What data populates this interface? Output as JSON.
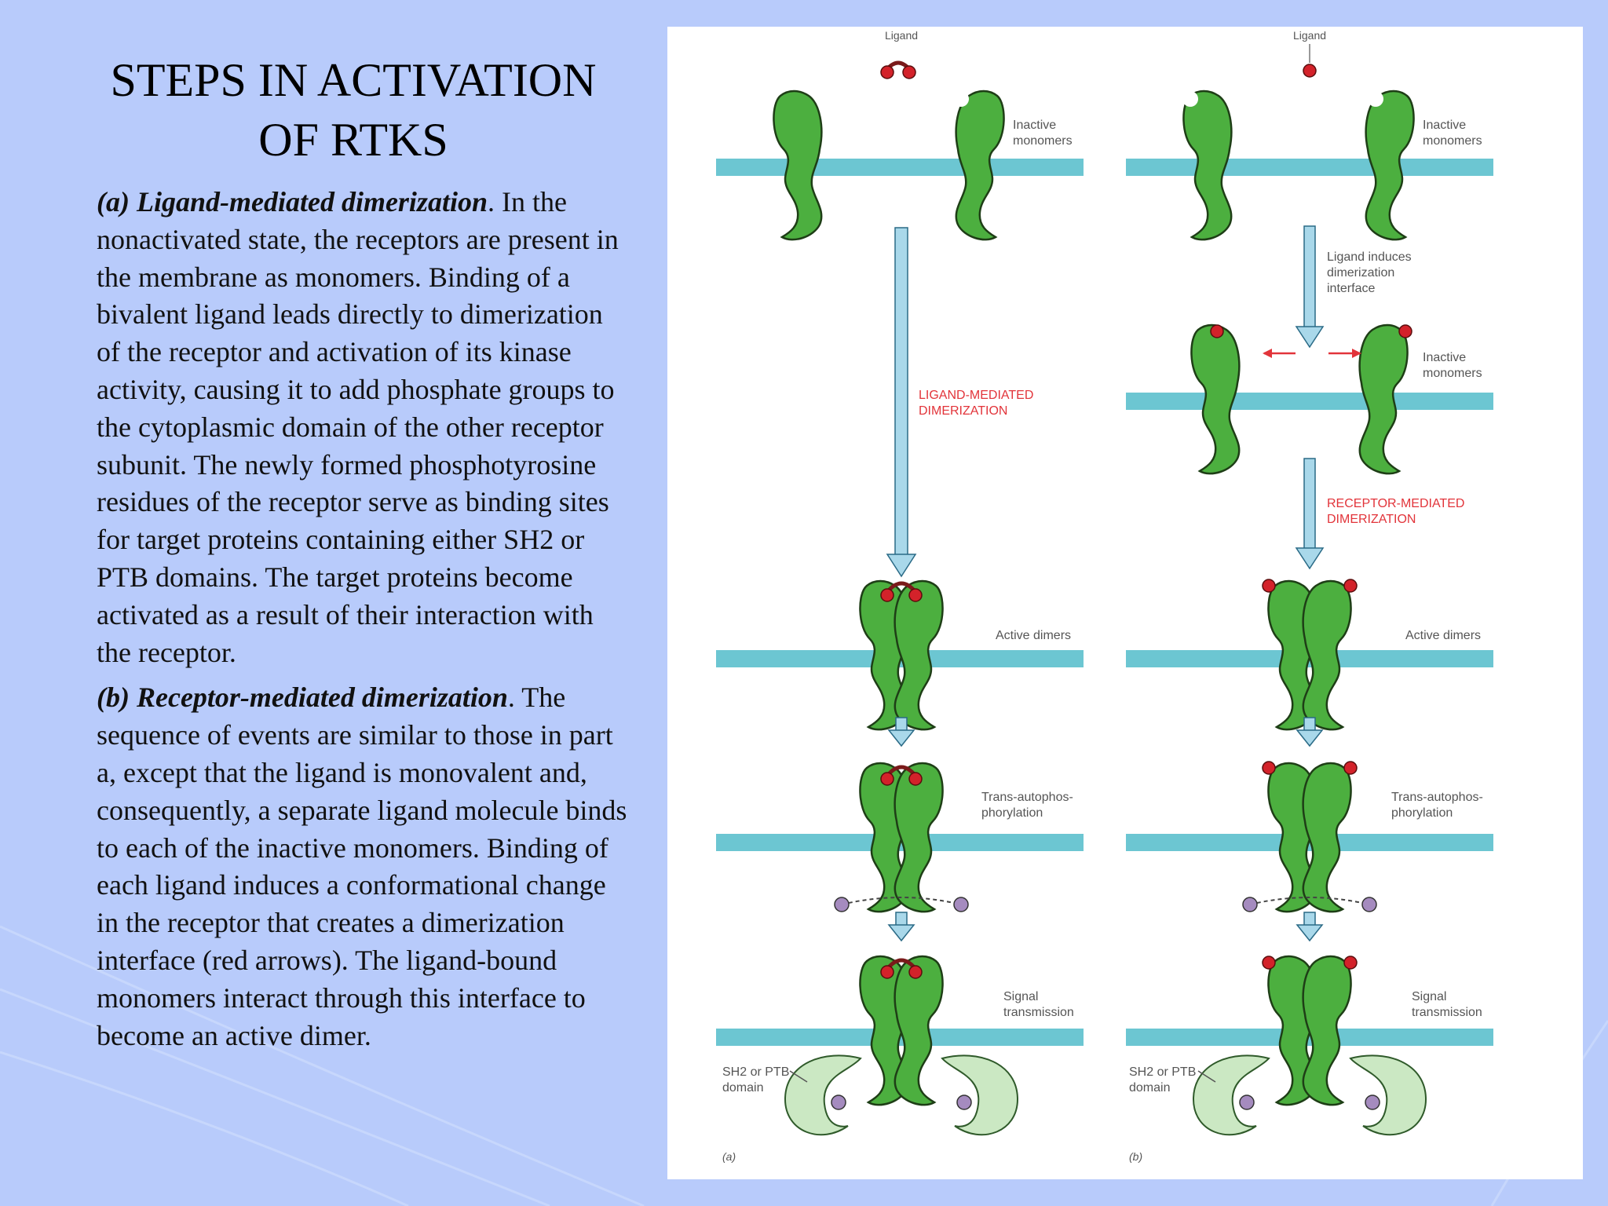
{
  "slide": {
    "title_line1": "STEPS IN ACTIVATION",
    "title_line2": "OF RTKS",
    "paragraph_a": {
      "heading": "(a) Ligand-mediated dimerization",
      "text": ".  In the nonactivated  state, the receptors are present in the membrane as monomers. Binding of a bivalent ligand leads directly to dimerization of the receptor and activation of its kinase activity, causing it to add phosphate groups to the cytoplasmic domain of the other receptor subunit. The newly formed phosphotyrosine residues of the receptor serve as binding sites for target proteins containing either SH2 or PTB domains. The target proteins become activated as a result of their interaction with the receptor."
    },
    "paragraph_b": {
      "heading": "(b) Receptor-mediated dimerization",
      "text": ". The sequence of events are similar to those in part a, except that the ligand  is monovalent and, consequently, a separate ligand molecule binds to each of the inactive monomers. Binding of each ligand induces a conformational change in the receptor that creates a dimerization interface (red arrows). The ligand-bound monomers interact through this interface to become an active dimer."
    }
  },
  "figure": {
    "panel_a": {
      "ligand": "Ligand",
      "inactive_1": "Inactive",
      "inactive_2": "monomers",
      "process_1": "LIGAND-MEDIATED",
      "process_2": "DIMERIZATION",
      "active": "Active dimers",
      "trans_1": "Trans-autophos-",
      "trans_2": "phorylation",
      "signal_1": "Signal",
      "signal_2": "transmission",
      "domain_1": "SH2 or PTB",
      "domain_2": "domain",
      "panel_tag": "(a)"
    },
    "panel_b": {
      "ligand": "Ligand",
      "inactive_1": "Inactive",
      "inactive_2": "monomers",
      "induces_1": "Ligand induces",
      "induces_2": "dimerization",
      "induces_3": "interface",
      "inactive2_1": "Inactive",
      "inactive2_2": "monomers",
      "process_1": "RECEPTOR-MEDIATED",
      "process_2": "DIMERIZATION",
      "active": "Active dimers",
      "trans_1": "Trans-autophos-",
      "trans_2": "phorylation",
      "signal_1": "Signal",
      "signal_2": "transmission",
      "domain_1": "SH2 or PTB",
      "domain_2": "domain",
      "panel_tag": "(b)"
    },
    "colors": {
      "receptor": "#4caf3f",
      "membrane": "#6cc6d2",
      "ligand": "#d3222a",
      "arrow": "#a9d8ea",
      "process_label": "#e2343a",
      "target_protein": "#cbe8c3",
      "phosphate": "#a58bbf"
    }
  }
}
